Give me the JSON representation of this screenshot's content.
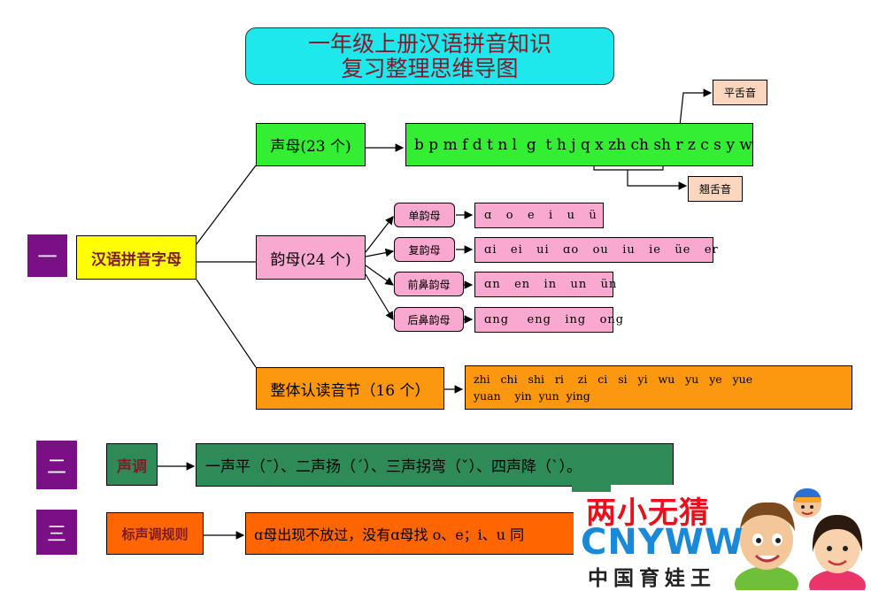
{
  "title": {
    "line1": "一年级上册汉语拼音知识",
    "line2": "复习整理思维导图"
  },
  "sections": {
    "one": {
      "number": "一",
      "label": "汉语拼音字母"
    },
    "two": {
      "number": "二",
      "label": "声调",
      "content": "一声平（ˉ）、二声扬（ˊ）、三声拐弯（ˇ）、四声降（ˋ）。"
    },
    "three": {
      "number": "三",
      "label": "标声调规则",
      "content": "ɑ母出现不放过，没有ɑ母找 o、e；i、u 同"
    }
  },
  "shengmu": {
    "label": "声母(23 个)",
    "letters": "b p m f d t n l  g  t h j q x zh ch sh r z c s y w",
    "note_flat": "平舌音",
    "note_retro": "翘舌音"
  },
  "yunmu": {
    "label": "韵母(24 个)",
    "items": [
      {
        "label": "单韵母",
        "values": "ɑ   o   e   i   u   ü"
      },
      {
        "label": "复韵母",
        "values": "ɑi   ei   ui   ɑo   ou   iu   ie   üe   er"
      },
      {
        "label": "前鼻韵母",
        "values": "ɑn   en   in   un   ün"
      },
      {
        "label": "后鼻韵母",
        "values": "ɑng    eng   ing   ong"
      }
    ]
  },
  "zhengti": {
    "label": "整体认读音节（16 个）",
    "line1": "zhi   chi   shi   ri    zi   ci   si   yi   wu   yu   ye   yue",
    "line2": "yuan    yin  yun  ying"
  },
  "logo": {
    "cn": "两小无猜",
    "en": "CNYWW",
    "sub": "中国育娃王"
  },
  "colors": {
    "title_bg": "#1fe8ec",
    "section_num_bg": "#7a0f86",
    "green": "#33ee33",
    "pink": "#f9a8cf",
    "orange": "#fb980f",
    "yellow": "#ffff00",
    "dark_green": "#2e8b57",
    "red_orange": "#ff6600"
  }
}
